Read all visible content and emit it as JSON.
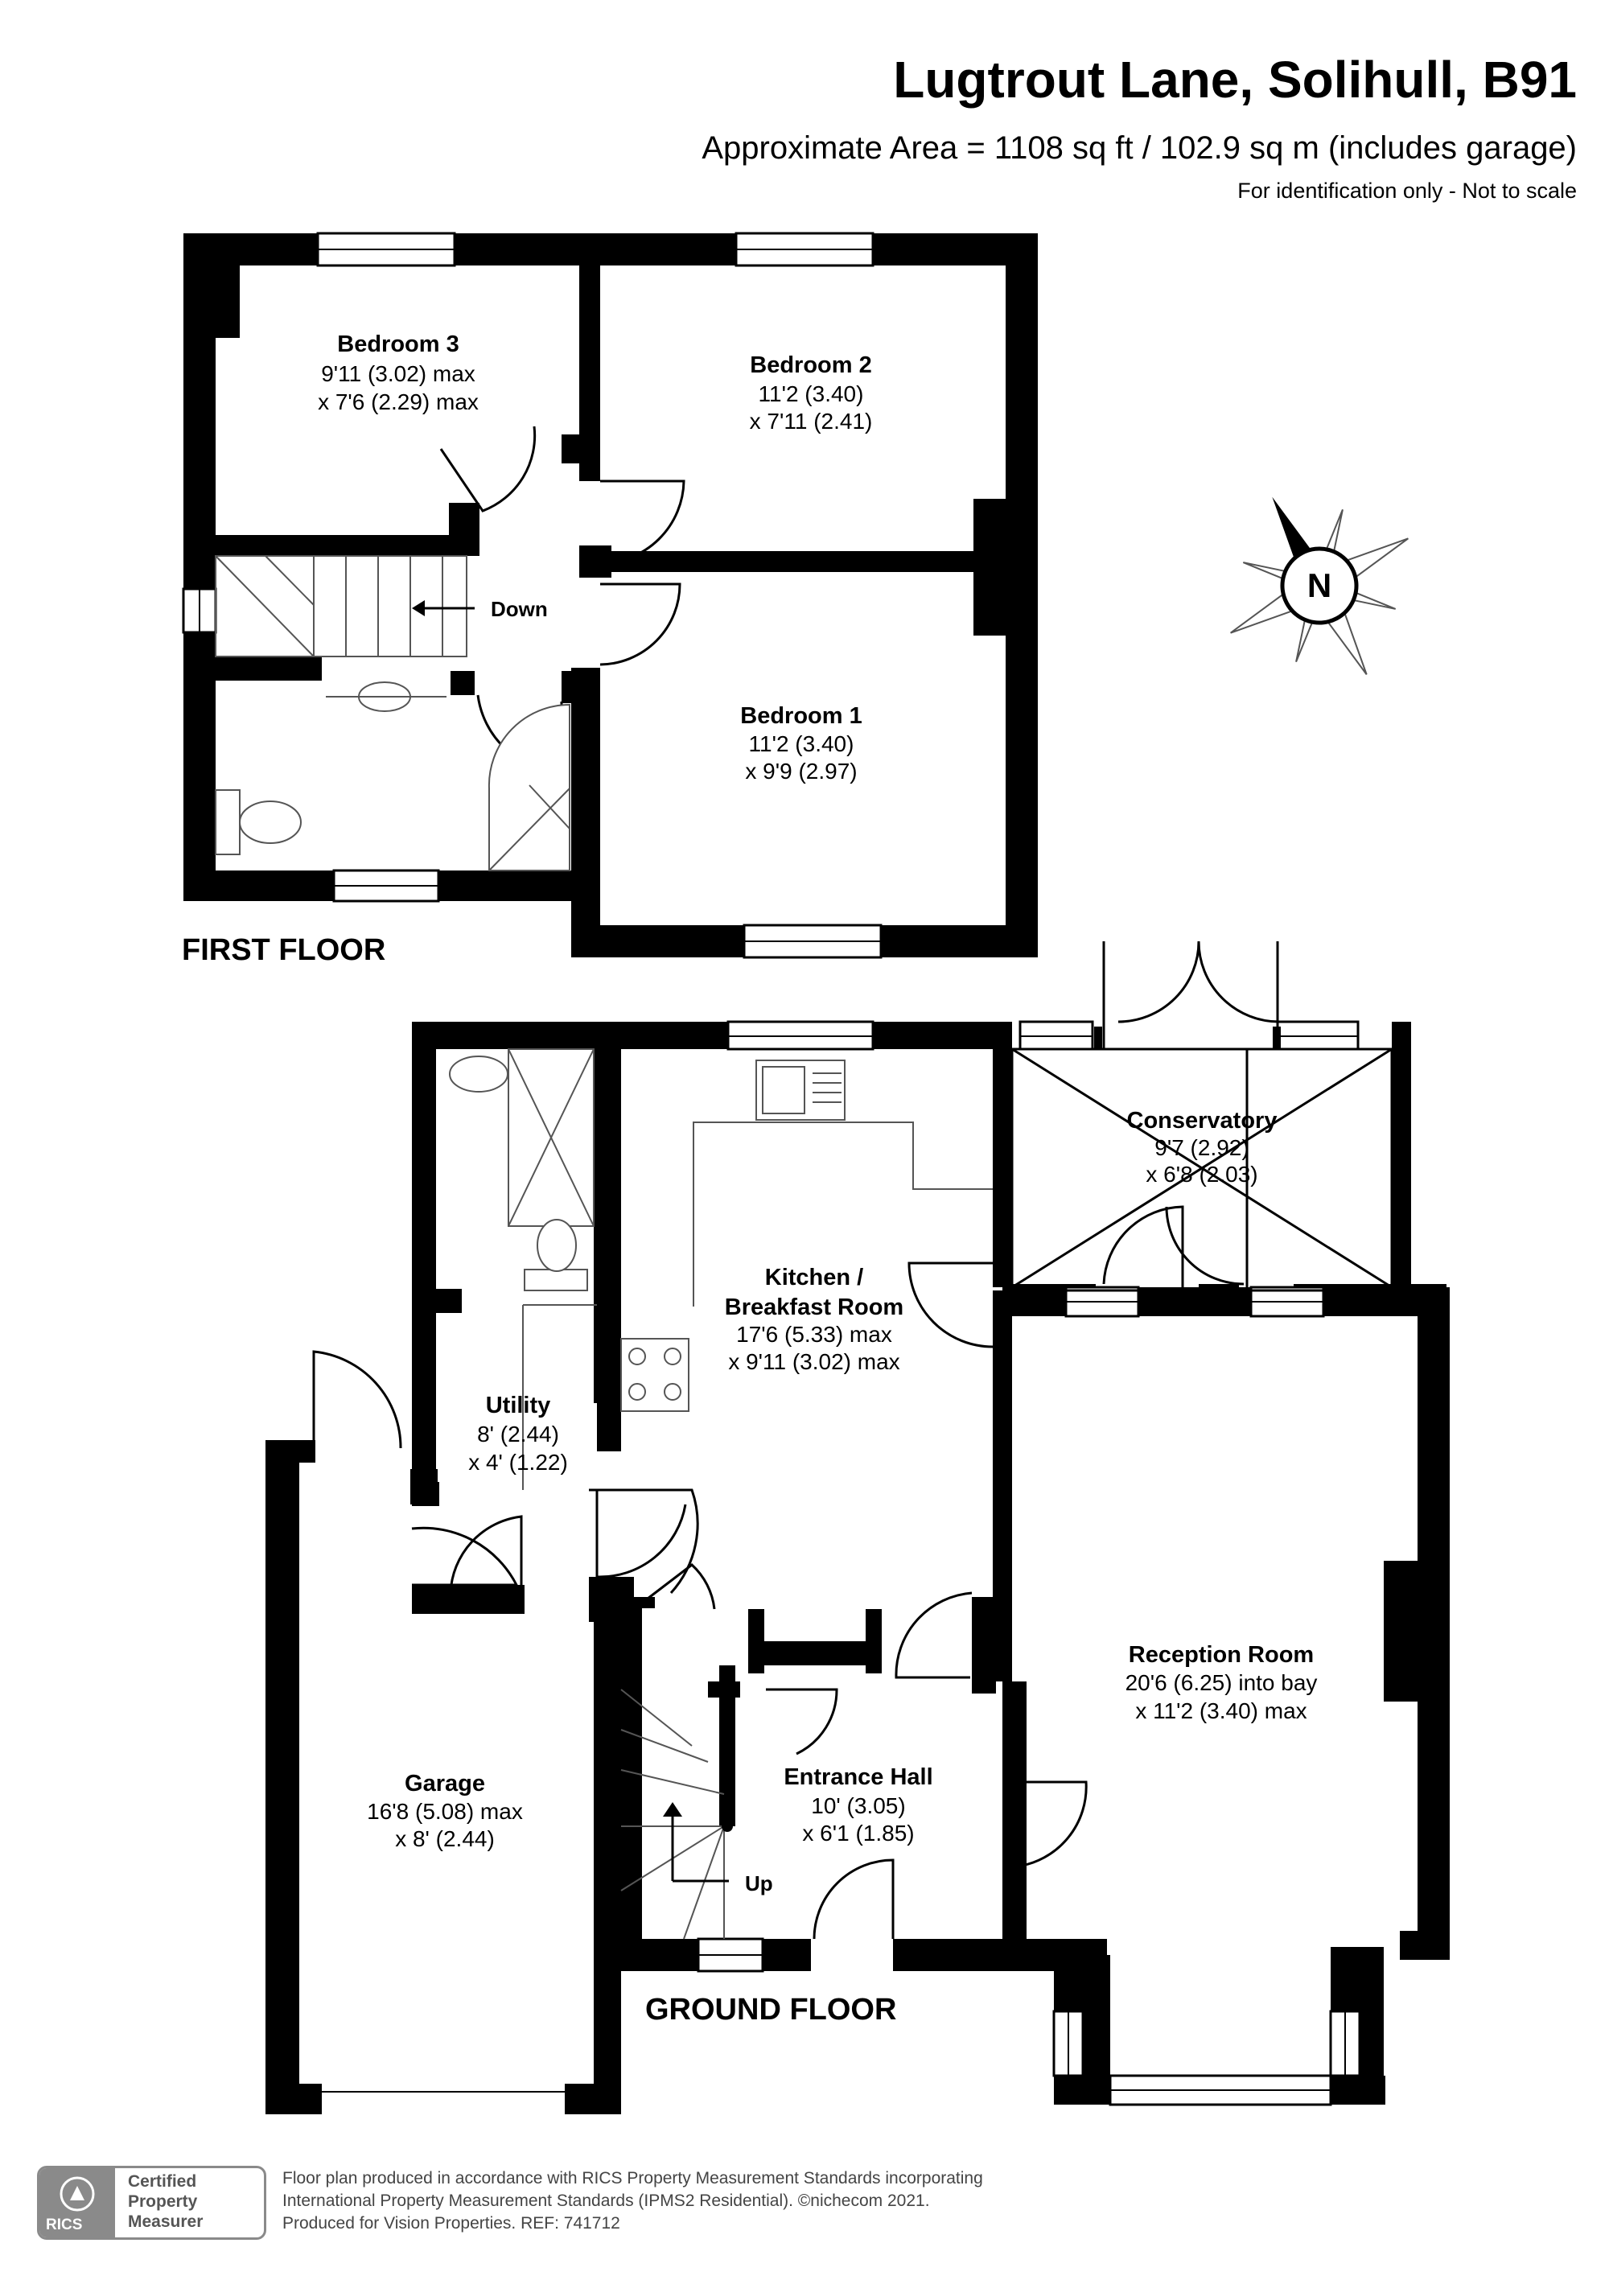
{
  "header": {
    "title": "Lugtrout Lane, Solihull, B91",
    "area": "Approximate Area = 1108 sq ft / 102.9 sq m (includes garage)",
    "note": "For identification only - Not to scale"
  },
  "compass": {
    "letter": "N"
  },
  "first_floor": {
    "label": "FIRST FLOOR",
    "rooms": [
      {
        "name": "Bedroom 3",
        "dim1": "9'11 (3.02) max",
        "dim2": "x 7'6 (2.29) max"
      },
      {
        "name": "Bedroom 2",
        "dim1": "11'2 (3.40)",
        "dim2": "x 7'11 (2.41)"
      },
      {
        "name": "Bedroom 1",
        "dim1": "11'2 (3.40)",
        "dim2": "x 9'9 (2.97)"
      }
    ],
    "stairs_label": "Down"
  },
  "ground_floor": {
    "label": "GROUND FLOOR",
    "rooms": [
      {
        "name": "Conservatory",
        "dim1": "9'7 (2.92)",
        "dim2": "x 6'8 (2.03)"
      },
      {
        "name": "Kitchen /",
        "name2": "Breakfast Room",
        "dim1": "17'6 (5.33) max",
        "dim2": "x 9'11 (3.02) max"
      },
      {
        "name": "Utility",
        "dim1": "8' (2.44)",
        "dim2": "x 4' (1.22)"
      },
      {
        "name": "Reception Room",
        "dim1": "20'6 (6.25) into bay",
        "dim2": "x 11'2 (3.40) max"
      },
      {
        "name": "Garage",
        "dim1": "16'8 (5.08) max",
        "dim2": "x 8' (2.44)"
      },
      {
        "name": "Entrance Hall",
        "dim1": "10' (3.05)",
        "dim2": "x 6'1 (1.85)"
      }
    ],
    "stairs_label": "Up"
  },
  "footer": {
    "rics_logo_text": "RICS",
    "badge_line1": "Certified",
    "badge_line2": "Property",
    "badge_line3": "Measurer",
    "note_line1": "Floor plan produced in accordance with RICS Property Measurement Standards incorporating",
    "note_line2": "International Property Measurement Standards (IPMS2 Residential).   ©nichecom 2021.",
    "note_line3": "Produced for Vision Properties.   REF: 741712"
  },
  "colors": {
    "wall": "#000000",
    "window": "#ffffff",
    "thin_line": "#555555",
    "badge_grey": "#8a8a8a"
  }
}
